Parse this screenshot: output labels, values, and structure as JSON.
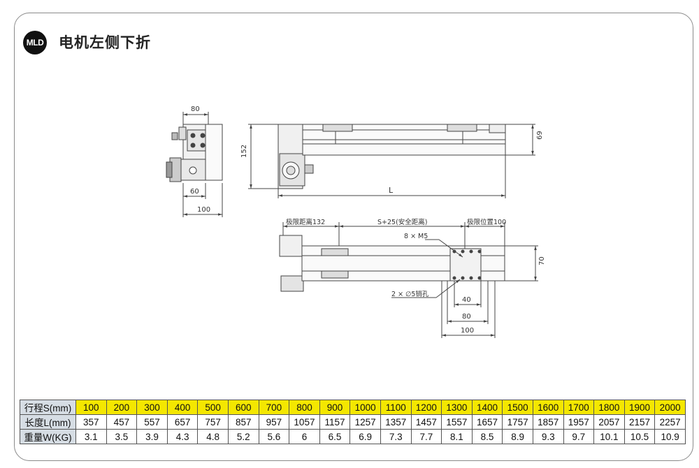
{
  "header": {
    "logo_text": "MLD",
    "title": "电机左侧下折"
  },
  "dims": {
    "side": {
      "top": "80",
      "mid": "60",
      "bottom": "100"
    },
    "front": {
      "height": "152",
      "length": "L",
      "right": "69"
    },
    "top_view": {
      "limit_left": "极限距离132",
      "stroke": "S+25(安全距离)",
      "limit_right": "极限位置100",
      "screw": "8 × M5",
      "pin": "2 × ∅5销孔",
      "height": "70",
      "d40": "40",
      "d80": "80",
      "d100": "100"
    }
  },
  "table": {
    "headers": [
      "行程S(mm)",
      "长度L(mm)",
      "重量W(KG)"
    ],
    "rows": [
      [
        "100",
        "200",
        "300",
        "400",
        "500",
        "600",
        "700",
        "800",
        "900",
        "1000",
        "1100",
        "1200",
        "1300",
        "1400",
        "1500",
        "1600",
        "1700",
        "1800",
        "1900",
        "2000"
      ],
      [
        "357",
        "457",
        "557",
        "657",
        "757",
        "857",
        "957",
        "1057",
        "1157",
        "1257",
        "1357",
        "1457",
        "1557",
        "1657",
        "1757",
        "1857",
        "1957",
        "2057",
        "2157",
        "2257"
      ],
      [
        "3.1",
        "3.5",
        "3.9",
        "4.3",
        "4.8",
        "5.2",
        "5.6",
        "6",
        "6.5",
        "6.9",
        "7.3",
        "7.7",
        "8.1",
        "8.5",
        "8.9",
        "9.3",
        "9.7",
        "10.1",
        "10.5",
        "10.9"
      ]
    ]
  },
  "colors": {
    "highlight": "#f4e700",
    "header_bg": "#d6dde4"
  }
}
